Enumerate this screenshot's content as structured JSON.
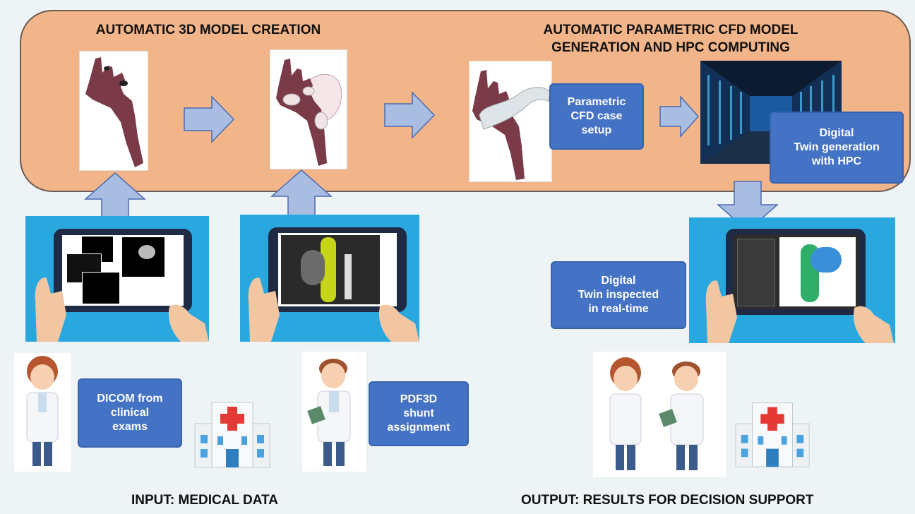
{
  "headings": {
    "model_creation": "AUTOMATIC 3D MODEL CREATION",
    "cfd_generation": "AUTOMATIC PARAMETRIC CFD MODEL\nGENERATION AND HPC COMPUTING"
  },
  "boxes": {
    "parametric_cfd": "Parametric\nCFD case\nsetup",
    "digital_twin_hpc": "Digital\nTwin generation\nwith HPC",
    "digital_twin_inspected": "Digital\nTwin inspected\nin real-time",
    "dicom": "DICOM from\nclinical\nexams",
    "pdf3d": "PDF3D\nshunt\nassignment"
  },
  "labels": {
    "input": "INPUT: MEDICAL DATA",
    "output": "OUTPUT: RESULTS FOR DECISION SUPPORT"
  },
  "colors": {
    "pipeline_background": "#f2b489",
    "arrow_fill": "#a9bde3",
    "box_fill": "#4472c4",
    "tablet_background": "#29a8e0",
    "aorta": "#7a3a48"
  }
}
